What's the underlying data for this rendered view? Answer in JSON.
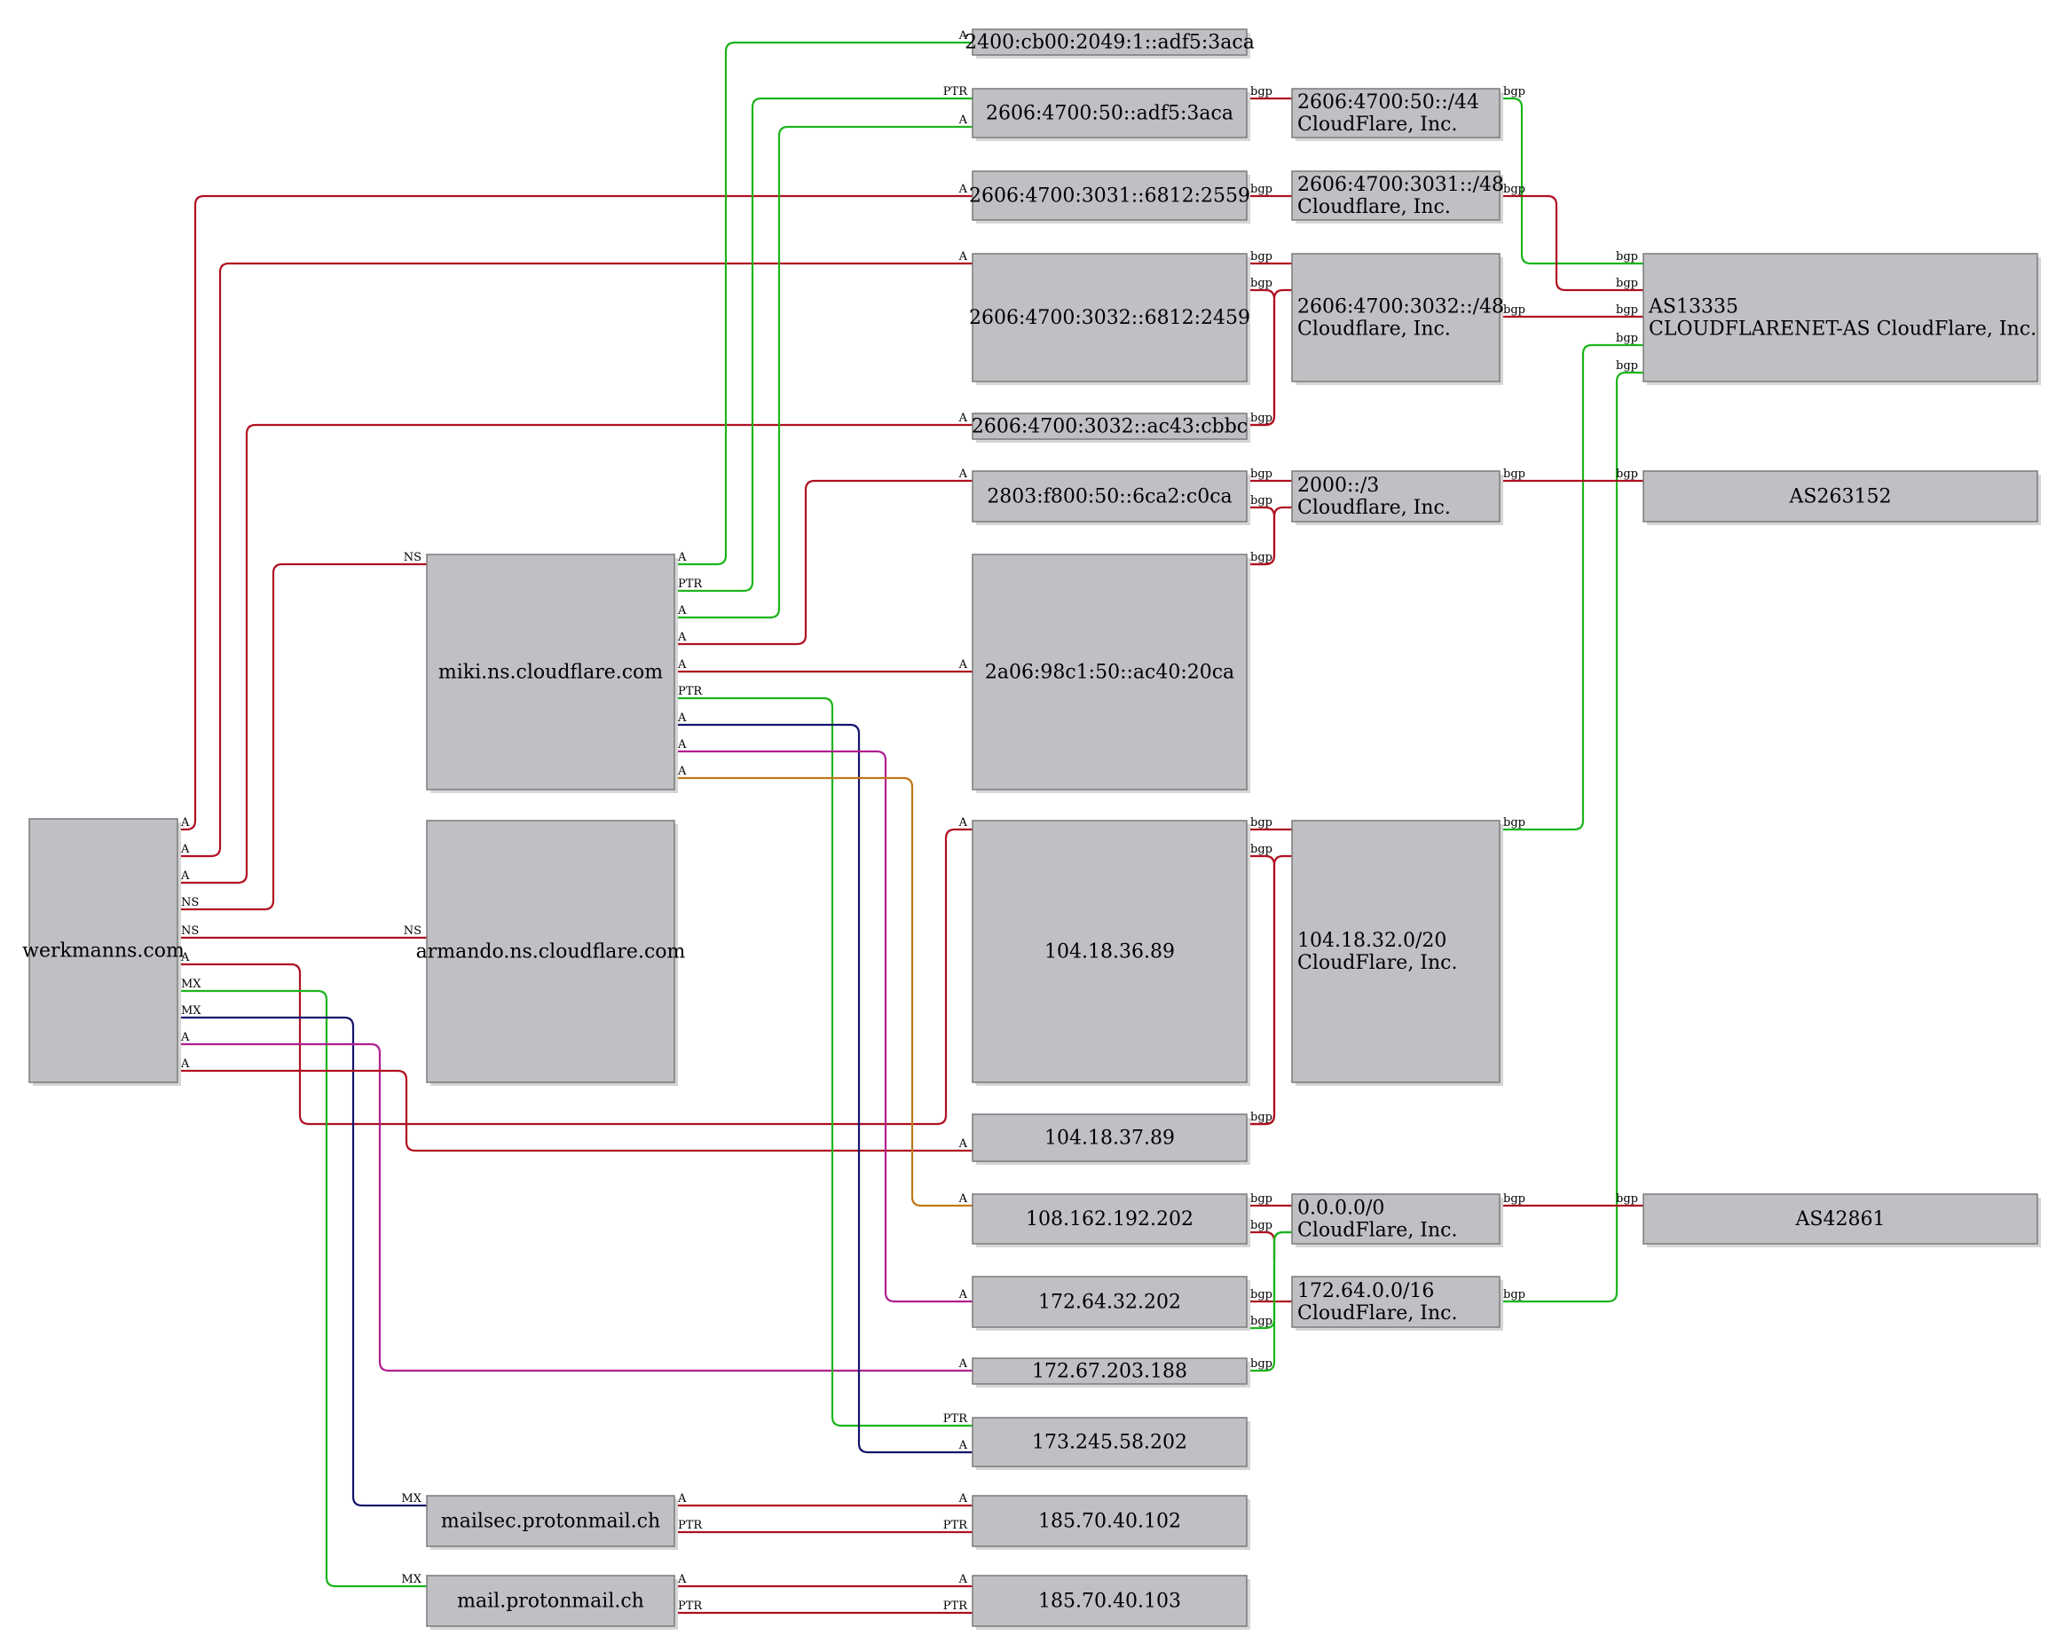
{
  "colors": {
    "red": "#b01020",
    "green": "#1cb51c",
    "navy": "#14146e",
    "magenta": "#b0208e",
    "orange": "#c07818"
  },
  "nodes": [
    {
      "id": "werkmanns",
      "lines": [
        "werkmanns.com"
      ],
      "align": "center"
    },
    {
      "id": "miki",
      "lines": [
        "miki.ns.cloudflare.com"
      ],
      "align": "center"
    },
    {
      "id": "armando",
      "lines": [
        "armando.ns.cloudflare.com"
      ],
      "align": "center"
    },
    {
      "id": "mailsec",
      "lines": [
        "mailsec.protonmail.ch"
      ],
      "align": "center"
    },
    {
      "id": "mail",
      "lines": [
        "mail.protonmail.ch"
      ],
      "align": "center"
    },
    {
      "id": "ip_2400",
      "lines": [
        "2400:cb00:2049:1::adf5:3aca"
      ],
      "align": "center"
    },
    {
      "id": "ip_2606_50",
      "lines": [
        "2606:4700:50::adf5:3aca"
      ],
      "align": "center"
    },
    {
      "id": "ip_2606_3031",
      "lines": [
        "2606:4700:3031::6812:2559"
      ],
      "align": "center"
    },
    {
      "id": "ip_2606_3032_a",
      "lines": [
        "2606:4700:3032::6812:2459"
      ],
      "align": "center"
    },
    {
      "id": "ip_2606_3032_b",
      "lines": [
        "2606:4700:3032::ac43:cbbc"
      ],
      "align": "center"
    },
    {
      "id": "ip_2803",
      "lines": [
        "2803:f800:50::6ca2:c0ca"
      ],
      "align": "center"
    },
    {
      "id": "ip_2a06",
      "lines": [
        "2a06:98c1:50::ac40:20ca"
      ],
      "align": "center"
    },
    {
      "id": "ip_104_36",
      "lines": [
        "104.18.36.89"
      ],
      "align": "center"
    },
    {
      "id": "ip_104_37",
      "lines": [
        "104.18.37.89"
      ],
      "align": "center"
    },
    {
      "id": "ip_108",
      "lines": [
        "108.162.192.202"
      ],
      "align": "center"
    },
    {
      "id": "ip_172_64",
      "lines": [
        "172.64.32.202"
      ],
      "align": "center"
    },
    {
      "id": "ip_172_67",
      "lines": [
        "172.67.203.188"
      ],
      "align": "center"
    },
    {
      "id": "ip_173",
      "lines": [
        "173.245.58.202"
      ],
      "align": "center"
    },
    {
      "id": "ip_185_102",
      "lines": [
        "185.70.40.102"
      ],
      "align": "center"
    },
    {
      "id": "ip_185_103",
      "lines": [
        "185.70.40.103"
      ],
      "align": "center"
    },
    {
      "id": "pfx_2606_50",
      "lines": [
        "2606:4700:50::/44",
        "CloudFlare, Inc."
      ],
      "align": "left"
    },
    {
      "id": "pfx_2606_3031",
      "lines": [
        "2606:4700:3031::/48",
        "Cloudflare, Inc."
      ],
      "align": "left"
    },
    {
      "id": "pfx_2606_3032",
      "lines": [
        "2606:4700:3032::/48",
        "Cloudflare, Inc."
      ],
      "align": "left"
    },
    {
      "id": "pfx_2000",
      "lines": [
        "2000::/3",
        "Cloudflare, Inc."
      ],
      "align": "left"
    },
    {
      "id": "pfx_104",
      "lines": [
        "104.18.32.0/20",
        "CloudFlare, Inc."
      ],
      "align": "left"
    },
    {
      "id": "pfx_0",
      "lines": [
        "0.0.0.0/0",
        "CloudFlare, Inc."
      ],
      "align": "left"
    },
    {
      "id": "pfx_172",
      "lines": [
        "172.64.0.0/16",
        "CloudFlare, Inc."
      ],
      "align": "left"
    },
    {
      "id": "as13335",
      "lines": [
        "AS13335",
        "CLOUDFLARENET-AS CloudFlare, Inc."
      ],
      "align": "left"
    },
    {
      "id": "as263152",
      "lines": [
        "AS263152"
      ],
      "align": "center"
    },
    {
      "id": "as42861",
      "lines": [
        "AS42861"
      ],
      "align": "center"
    }
  ],
  "edges": [
    {
      "from": "werkmanns",
      "to": "ip_2606_3031",
      "src_label": "A",
      "dst_label": "A",
      "color": "red"
    },
    {
      "from": "werkmanns",
      "to": "ip_2606_3032_a",
      "src_label": "A",
      "dst_label": "A",
      "color": "red"
    },
    {
      "from": "werkmanns",
      "to": "ip_2606_3032_b",
      "src_label": "A",
      "dst_label": "A",
      "color": "red"
    },
    {
      "from": "werkmanns",
      "to": "miki",
      "src_label": "NS",
      "dst_label": "NS",
      "color": "red"
    },
    {
      "from": "werkmanns",
      "to": "armando",
      "src_label": "NS",
      "dst_label": "NS",
      "color": "red"
    },
    {
      "from": "werkmanns",
      "to": "ip_104_36",
      "src_label": "A",
      "dst_label": "A",
      "color": "red"
    },
    {
      "from": "werkmanns",
      "to": "mail",
      "src_label": "MX",
      "dst_label": "MX",
      "color": "green"
    },
    {
      "from": "werkmanns",
      "to": "mailsec",
      "src_label": "MX",
      "dst_label": "MX",
      "color": "navy"
    },
    {
      "from": "werkmanns",
      "to": "ip_172_67",
      "src_label": "A",
      "dst_label": "A",
      "color": "magenta"
    },
    {
      "from": "werkmanns",
      "to": "ip_104_37",
      "src_label": "A",
      "dst_label": "A",
      "color": "red"
    },
    {
      "from": "miki",
      "to": "ip_2400",
      "src_label": "A",
      "dst_label": "A",
      "color": "green"
    },
    {
      "from": "miki",
      "to": "ip_2606_50",
      "src_label": "PTR",
      "dst_label": "PTR",
      "color": "green"
    },
    {
      "from": "miki",
      "to": "ip_2606_50",
      "src_label": "A",
      "dst_label": "A",
      "color": "green"
    },
    {
      "from": "miki",
      "to": "ip_2803",
      "src_label": "A",
      "dst_label": "A",
      "color": "red"
    },
    {
      "from": "miki",
      "to": "ip_2a06",
      "src_label": "A",
      "dst_label": "A",
      "color": "red"
    },
    {
      "from": "miki",
      "to": "ip_173",
      "src_label": "PTR",
      "dst_label": "PTR",
      "color": "green"
    },
    {
      "from": "miki",
      "to": "ip_173",
      "src_label": "A",
      "dst_label": "A",
      "color": "navy"
    },
    {
      "from": "miki",
      "to": "ip_172_64",
      "src_label": "A",
      "dst_label": "A",
      "color": "magenta"
    },
    {
      "from": "miki",
      "to": "ip_108",
      "src_label": "A",
      "dst_label": "A",
      "color": "orange"
    },
    {
      "from": "mailsec",
      "to": "ip_185_102",
      "src_label": "A",
      "dst_label": "A",
      "color": "red"
    },
    {
      "from": "mailsec",
      "to": "ip_185_102",
      "src_label": "PTR",
      "dst_label": "PTR",
      "color": "red"
    },
    {
      "from": "mail",
      "to": "ip_185_103",
      "src_label": "A",
      "dst_label": "A",
      "color": "red"
    },
    {
      "from": "mail",
      "to": "ip_185_103",
      "src_label": "PTR",
      "dst_label": "PTR",
      "color": "red"
    },
    {
      "from": "ip_2606_50",
      "to": "pfx_2606_50",
      "src_label": "bgp",
      "dst_label": "",
      "color": "red"
    },
    {
      "from": "ip_2606_3031",
      "to": "pfx_2606_3031",
      "src_label": "bgp",
      "dst_label": "",
      "color": "red"
    },
    {
      "from": "ip_2606_3032_a",
      "to": "pfx_2606_3032",
      "src_label": "bgp",
      "dst_label": "",
      "color": "red"
    },
    {
      "from": "ip_2606_3032_a",
      "to": "pfx_2606_3032",
      "src_label": "bgp",
      "dst_label": "",
      "color": "red"
    },
    {
      "from": "ip_2606_3032_b",
      "to": "pfx_2606_3032",
      "src_label": "bgp",
      "dst_label": "",
      "color": "red"
    },
    {
      "from": "ip_2803",
      "to": "pfx_2000",
      "src_label": "bgp",
      "dst_label": "",
      "color": "red"
    },
    {
      "from": "ip_2803",
      "to": "pfx_2000",
      "src_label": "bgp",
      "dst_label": "",
      "color": "red"
    },
    {
      "from": "ip_2a06",
      "to": "pfx_2000",
      "src_label": "bgp",
      "dst_label": "",
      "color": "red"
    },
    {
      "from": "ip_104_36",
      "to": "pfx_104",
      "src_label": "bgp",
      "dst_label": "",
      "color": "red"
    },
    {
      "from": "ip_104_36",
      "to": "pfx_104",
      "src_label": "bgp",
      "dst_label": "",
      "color": "red"
    },
    {
      "from": "ip_104_37",
      "to": "pfx_104",
      "src_label": "bgp",
      "dst_label": "",
      "color": "red"
    },
    {
      "from": "ip_108",
      "to": "pfx_0",
      "src_label": "bgp",
      "dst_label": "",
      "color": "red"
    },
    {
      "from": "ip_108",
      "to": "pfx_0",
      "src_label": "bgp",
      "dst_label": "",
      "color": "red"
    },
    {
      "from": "ip_172_64",
      "to": "pfx_172",
      "src_label": "bgp",
      "dst_label": "",
      "color": "red"
    },
    {
      "from": "ip_172_64",
      "to": "pfx_0",
      "src_label": "bgp",
      "dst_label": "",
      "color": "green"
    },
    {
      "from": "ip_172_67",
      "to": "pfx_0",
      "src_label": "bgp",
      "dst_label": "",
      "color": "green"
    },
    {
      "from": "pfx_2606_50",
      "to": "as13335",
      "src_label": "bgp",
      "dst_label": "bgp",
      "color": "green"
    },
    {
      "from": "pfx_2606_3031",
      "to": "as13335",
      "src_label": "bgp",
      "dst_label": "bgp",
      "color": "red"
    },
    {
      "from": "pfx_2606_3032",
      "to": "as13335",
      "src_label": "bgp",
      "dst_label": "bgp",
      "color": "red"
    },
    {
      "from": "pfx_104",
      "to": "as13335",
      "src_label": "bgp",
      "dst_label": "bgp",
      "color": "green"
    },
    {
      "from": "pfx_172",
      "to": "as13335",
      "src_label": "bgp",
      "dst_label": "bgp",
      "color": "green"
    },
    {
      "from": "pfx_2000",
      "to": "as263152",
      "src_label": "bgp",
      "dst_label": "bgp",
      "color": "red"
    },
    {
      "from": "pfx_0",
      "to": "as42861",
      "src_label": "bgp",
      "dst_label": "bgp",
      "color": "red"
    }
  ]
}
